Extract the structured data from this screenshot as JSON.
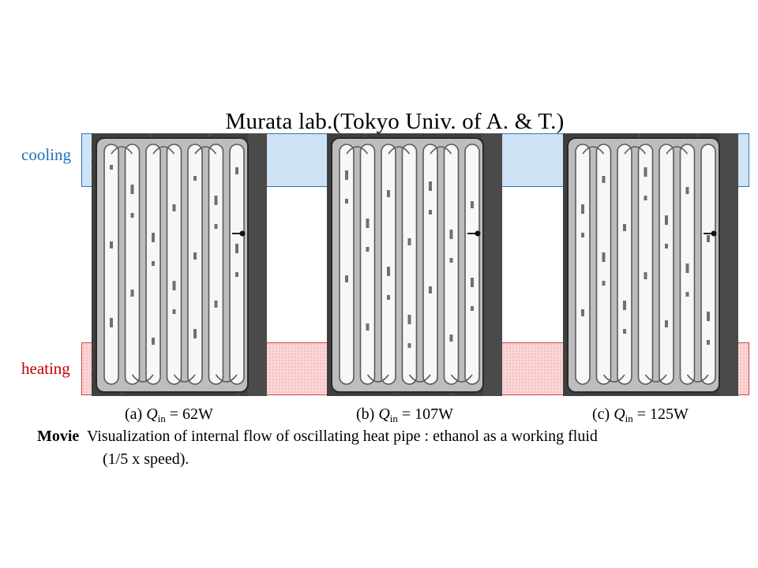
{
  "title": "Murata lab.(Tokyo Univ. of A. & T.)",
  "zones": {
    "cooling": "cooling",
    "heating": "heating"
  },
  "colors": {
    "cooling_text": "#1f6fc0",
    "cooling_band": "#cfe3f6",
    "heating_text": "#c00000",
    "heating_band": "#fbd6d6"
  },
  "panels": [
    {
      "prefix": "(a) ",
      "symbol": "Q",
      "subscript": "in",
      "value": " = 62W"
    },
    {
      "prefix": "(b) ",
      "symbol": "Q",
      "subscript": "in",
      "value": " = 107W"
    },
    {
      "prefix": "(c) ",
      "symbol": "Q",
      "subscript": "in",
      "value": " = 125W"
    }
  ],
  "caption": {
    "label": "Movie",
    "text": "  Visualization of internal flow of oscillating heat pipe : ethanol as a working fluid",
    "line2": "(1/5 x speed)."
  }
}
